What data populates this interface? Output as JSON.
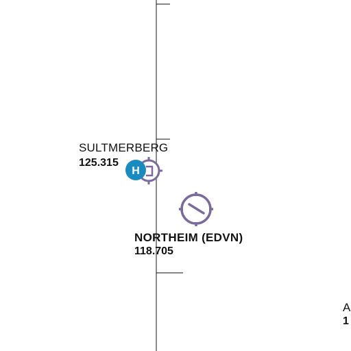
{
  "map": {
    "features": {
      "airfield_sultmerberg": {
        "name": "SULTMERBERG",
        "frequency": "125.315",
        "symbol": "glider-site-icon",
        "heliport_badge": "H"
      },
      "airfield_northeim": {
        "name": "NORTHEIM (EDVN)",
        "frequency": "118.705",
        "symbol": "civil-airfield-icon"
      },
      "edge_label": {
        "name_fragment": "A",
        "frequency_fragment": "1"
      }
    },
    "colors": {
      "airfield_symbol": "#7a6aa0",
      "heliport_badge": "#1a8bbf",
      "meridian_line": "#8a8a8a",
      "label_text": "#111111"
    }
  }
}
